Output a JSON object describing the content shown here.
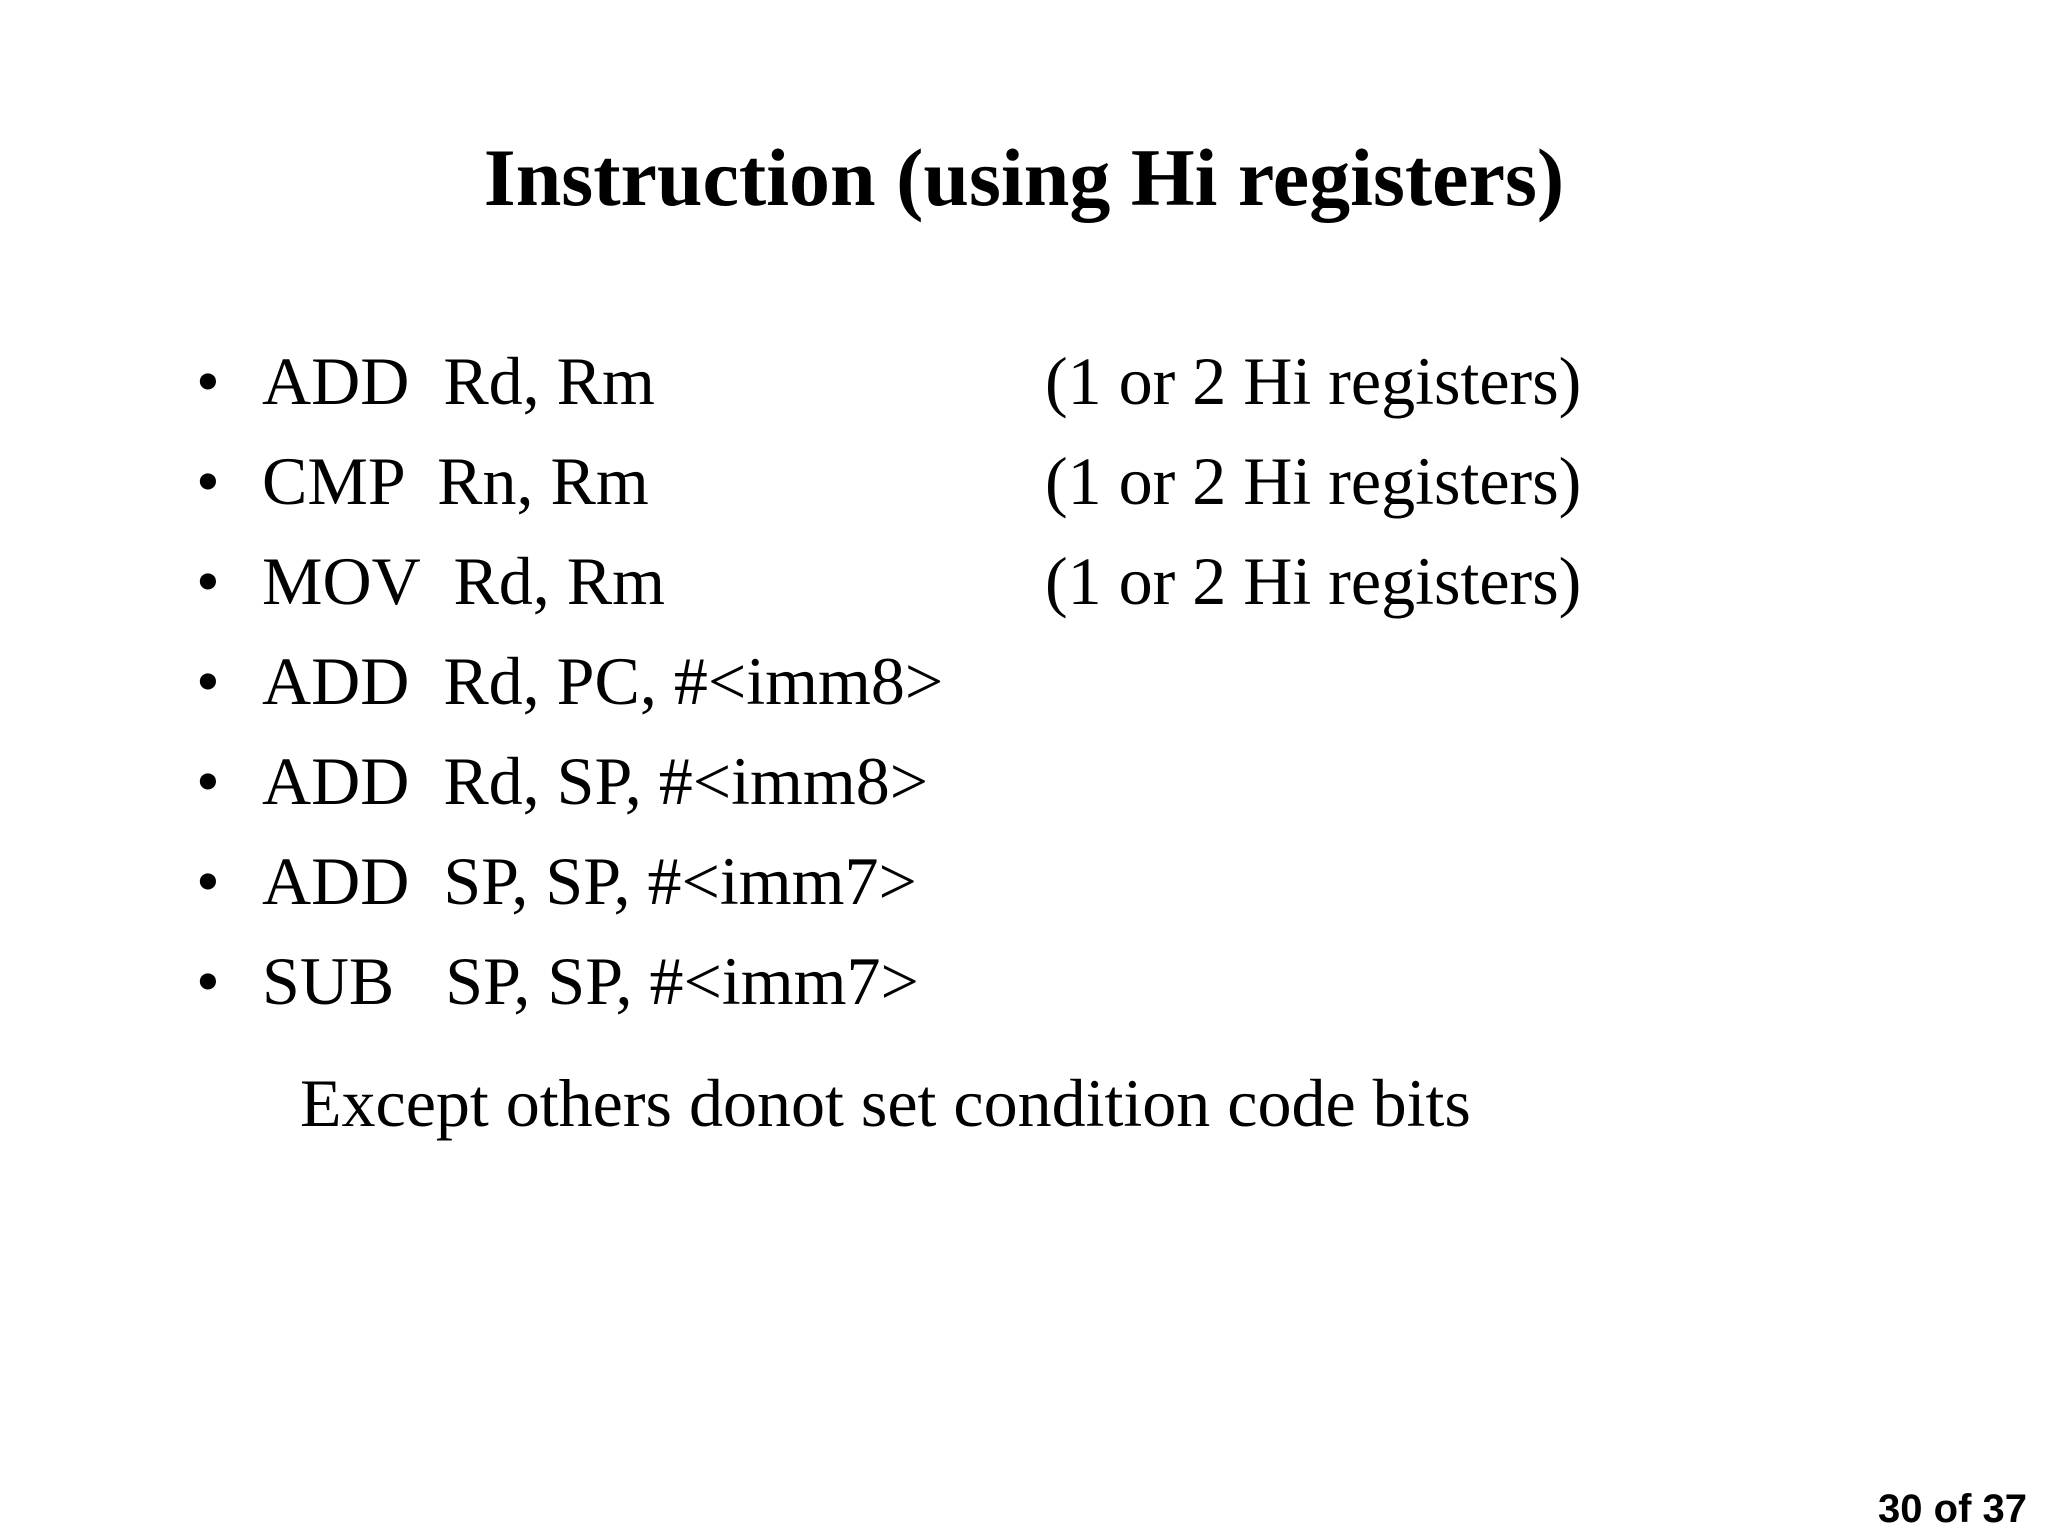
{
  "slide": {
    "title": "Instruction (using Hi registers)",
    "bullet_glyph": "•",
    "bullets": [
      {
        "text": "ADD  Rd, Rm",
        "note": "(1 or 2 Hi registers)"
      },
      {
        "text": "CMP  Rn, Rm",
        "note": "(1 or 2 Hi registers)"
      },
      {
        "text": "MOV  Rd, Rm",
        "note": "(1 or 2 Hi registers)"
      },
      {
        "text": "ADD  Rd, PC, #<imm8>",
        "note": ""
      },
      {
        "text": "ADD  Rd, SP, #<imm8>",
        "note": ""
      },
      {
        "text": "ADD  SP, SP, #<imm7>",
        "note": ""
      },
      {
        "text": "SUB   SP, SP, #<imm7>",
        "note": ""
      }
    ],
    "footnote": "Except others donot set condition code bits",
    "page_indicator": "30 of 37",
    "colors": {
      "background": "#ffffff",
      "text": "#000000"
    }
  }
}
